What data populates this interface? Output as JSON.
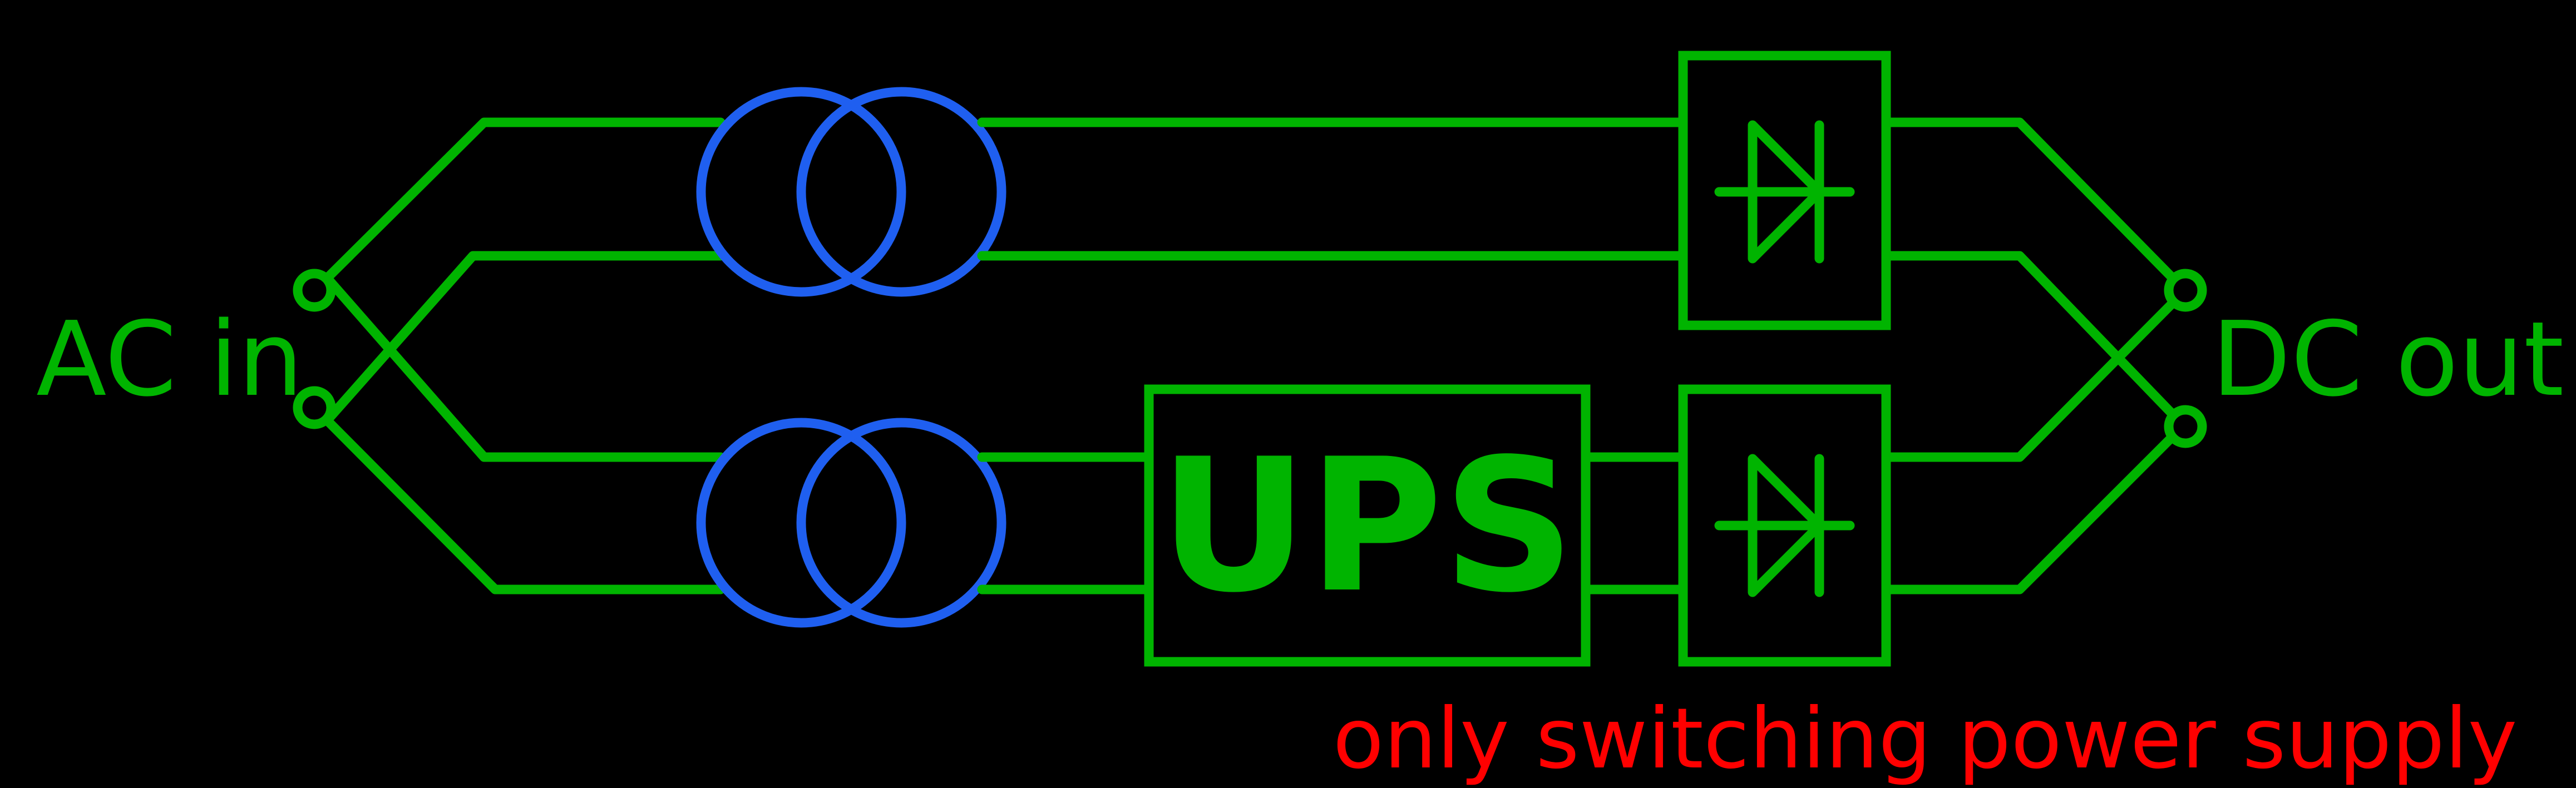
{
  "diagram": {
    "input_label": "AC in",
    "output_label": "DC out",
    "ups_label": "UPS",
    "note": "only switching power supply"
  },
  "colors": {
    "background": "#000000",
    "wire": "#00b400",
    "transformer": "#1f5ff0",
    "note": "#ff0000"
  }
}
